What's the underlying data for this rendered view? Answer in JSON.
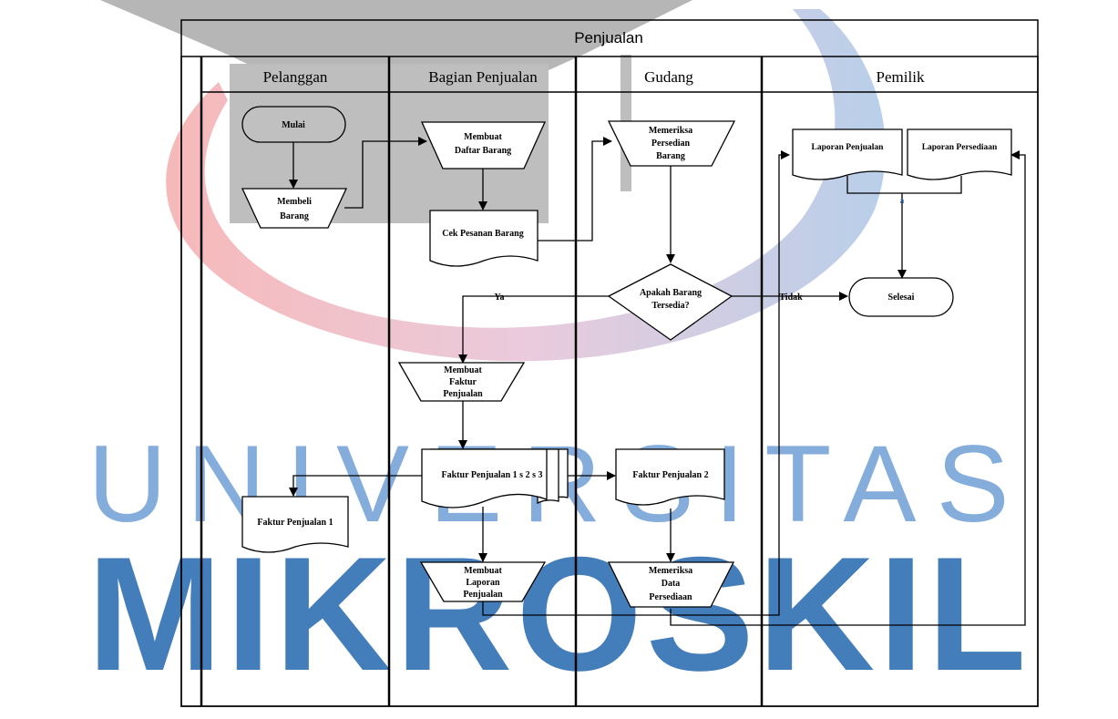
{
  "diagram": {
    "title": "Penjualan",
    "lanes": [
      "Pelanggan",
      "Bagian Penjualan",
      "Gudang",
      "Pemilik"
    ],
    "nodes": {
      "start": "Mulai",
      "membeli": [
        "Membeli",
        "Barang"
      ],
      "daftar": [
        "Membuat",
        "Daftar Barang"
      ],
      "cek": "Cek Pesanan Barang",
      "periksa_persediaan": [
        "Memeriksa",
        "Persedian",
        "Barang"
      ],
      "decision": [
        "Apakah Barang",
        "Tersedia?"
      ],
      "ya": "Ya",
      "tidak": "Tidak",
      "selesai": "Selesai",
      "laporan_penjualan": "Laporan Penjualan",
      "laporan_persediaan": "Laporan Persediaan",
      "connector": "a",
      "faktur_buat": [
        "Membuat",
        "Faktur",
        "Penjualan"
      ],
      "faktur_123": "Faktur Penjualan  1  s  2  s  3",
      "faktur_2": "Faktur Penjualan  2",
      "faktur_1": "Faktur Penjualan  1",
      "laporan_buat": [
        "Membuat",
        "Laporan",
        "Penjualan"
      ],
      "periksa_data": [
        "Memeriksa",
        "Data",
        "Persediaan"
      ]
    }
  },
  "watermark": {
    "line1": "UNIVERSITAS",
    "line2": "MIKROSKIL",
    "colors": {
      "blue": "#2f6fb3",
      "red": "#e0303a",
      "gray": "#8a8a8a"
    }
  }
}
